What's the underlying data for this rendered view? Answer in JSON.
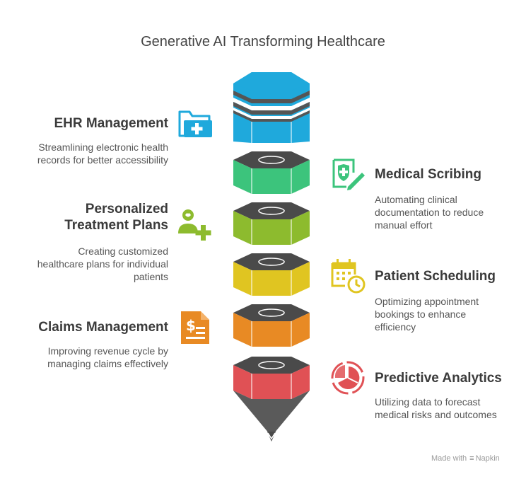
{
  "title": "Generative AI Transforming Healthcare",
  "colors": {
    "blue": "#1fa9dc",
    "green": "#3cc47c",
    "lime": "#8dbb2e",
    "yellow": "#e0c521",
    "orange": "#e88a24",
    "red": "#e05155",
    "dark": "#4a4a4a"
  },
  "items": [
    {
      "heading": "EHR Management",
      "desc": [
        "Streamlining electronic health",
        "records for better accessibility"
      ],
      "icon": "folder-medical-icon"
    },
    {
      "heading": "Medical Scribing",
      "desc": [
        "Automating clinical",
        "documentation to reduce",
        "manual effort"
      ],
      "icon": "medical-form-pen-icon"
    },
    {
      "heading": [
        "Personalized",
        "Treatment Plans"
      ],
      "desc": [
        "Creating customized",
        "healthcare plans for individual",
        "patients"
      ],
      "icon": "user-add-icon"
    },
    {
      "heading": "Patient Scheduling",
      "desc": [
        "Optimizing appointment",
        "bookings to enhance",
        "efficiency"
      ],
      "icon": "calendar-clock-icon"
    },
    {
      "heading": "Claims Management",
      "desc": [
        "Improving revenue cycle by",
        "managing claims effectively"
      ],
      "icon": "invoice-dollar-icon"
    },
    {
      "heading": "Predictive Analytics",
      "desc": [
        "Utilizing data to forecast",
        "medical risks and outcomes"
      ],
      "icon": "pie-chart-icon"
    }
  ],
  "footer": {
    "made_with": "Made with",
    "brand": "Napkin"
  }
}
